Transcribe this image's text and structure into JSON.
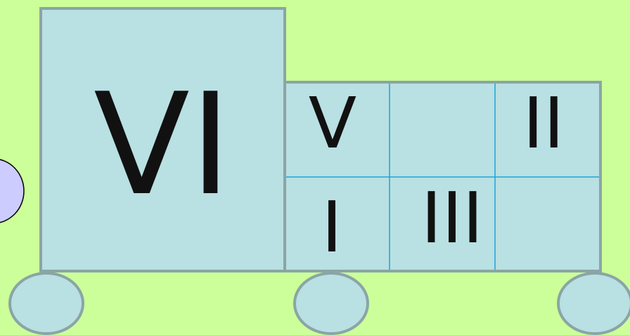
{
  "colors": {
    "background": "#ccff99",
    "car_fill": "#b9e0e3",
    "car_stroke": "#8aa5a5",
    "grid_lines": "#1aa6d8",
    "bubble_fill": "#ccccff",
    "bubble_stroke": "#000000",
    "text": "#111111"
  },
  "train": {
    "cab_label": "VI",
    "cells": {
      "top_left": "V",
      "top_middle": "",
      "top_right": "II",
      "bottom_left": "I",
      "bottom_middle": "III",
      "bottom_right": ""
    }
  }
}
